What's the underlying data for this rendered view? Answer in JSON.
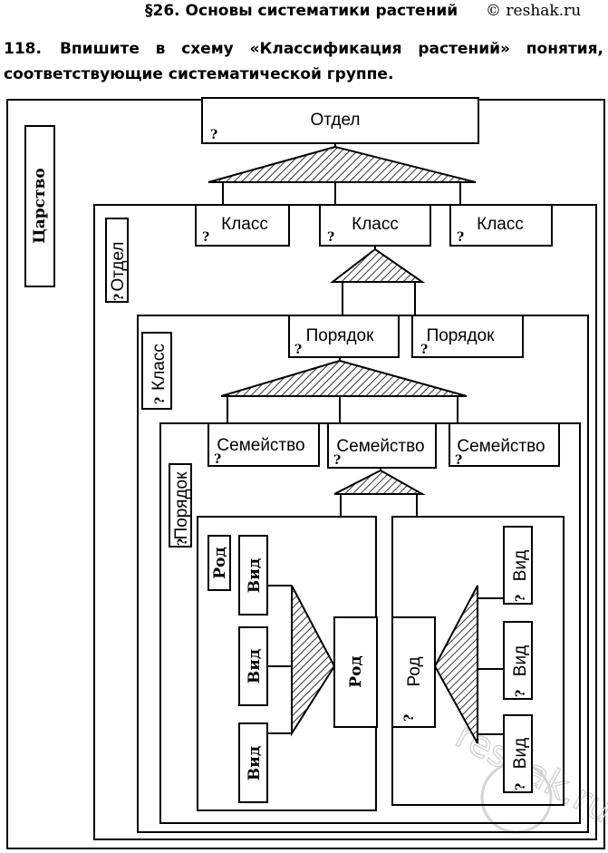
{
  "header": {
    "title": "§26. Основы систематики растений",
    "copyright": "© reshak.ru"
  },
  "task": {
    "number": "118.",
    "line1": "Впишите в схему «Классификация растений» понятия,",
    "line2": "соответствующие систематической группе."
  },
  "diagram": {
    "question_mark": "?",
    "watermark": "reshak.ru",
    "top_box": "Отдел",
    "kingdom": "Царство",
    "division_side": "Отдел",
    "classes": [
      "Класс",
      "Класс",
      "Класс"
    ],
    "class_side": "Класс",
    "orders": [
      "Порядок",
      "Порядок"
    ],
    "order_side": "Порядок",
    "families": [
      "Семейство",
      "Семейство",
      "Семейство"
    ],
    "left_group": {
      "genus_side": "Род",
      "species": [
        "Вид",
        "Вид",
        "Вид"
      ],
      "genus": "Род"
    },
    "right_group": {
      "genus": "Род",
      "species": [
        "Вид",
        "Вид",
        "Вид"
      ]
    }
  }
}
